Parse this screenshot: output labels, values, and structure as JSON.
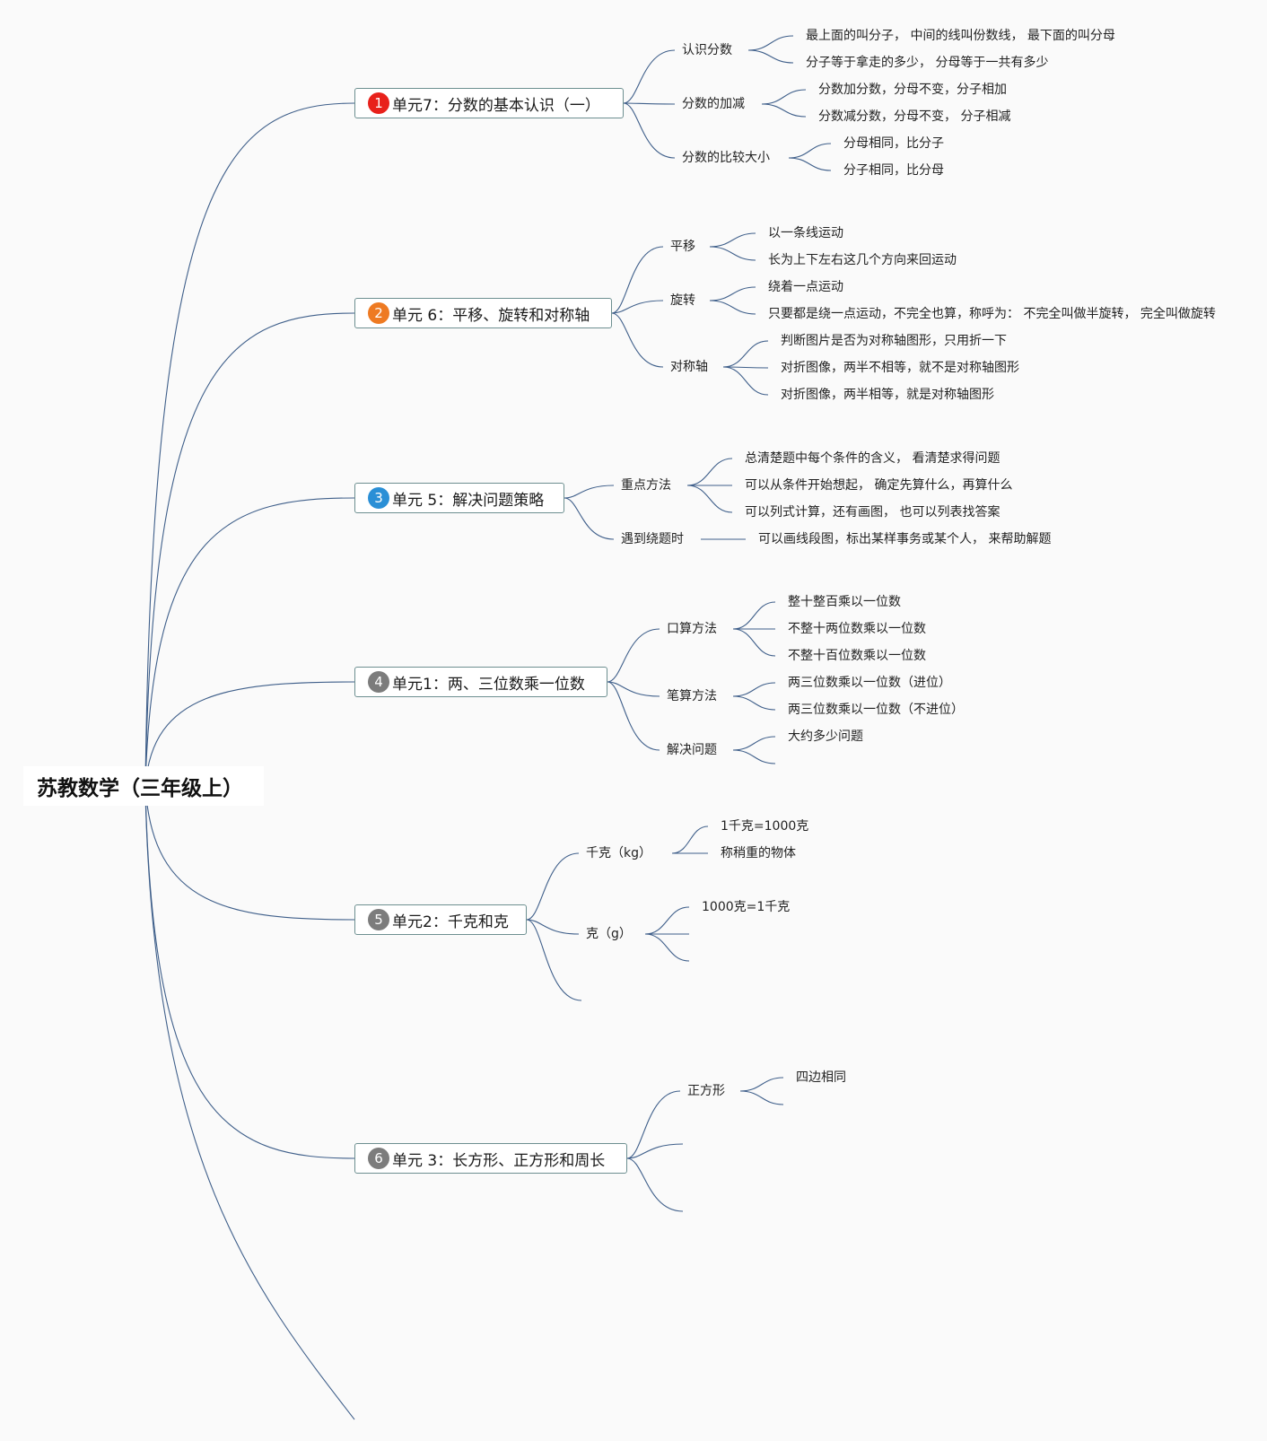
{
  "root": {
    "title": "苏教数学（三年级上）"
  },
  "units": [
    {
      "badge": "1",
      "badge_color": "#e8211b",
      "label": "单元7：分数的基本认识（一）",
      "topics": [
        {
          "label": "认识分数",
          "items": [
            "最上面的叫分子， 中间的线叫份数线， 最下面的叫分母",
            "分子等于拿走的多少， 分母等于一共有多少"
          ]
        },
        {
          "label": "分数的加减",
          "items": [
            "分数加分数，分母不变，分子相加",
            "分数减分数，分母不变， 分子相减"
          ]
        },
        {
          "label": "分数的比较大小",
          "items": [
            "分母相同，比分子",
            "分子相同，比分母"
          ]
        }
      ]
    },
    {
      "badge": "2",
      "badge_color": "#ee7a22",
      "label": "单元 6：平移、旋转和对称轴",
      "topics": [
        {
          "label": "平移",
          "items": [
            "以一条线运动",
            "长为上下左右这几个方向来回运动"
          ]
        },
        {
          "label": "旋转",
          "items": [
            "绕着一点运动",
            "只要都是绕一点运动，不完全也算，称呼为： 不完全叫做半旋转， 完全叫做旋转"
          ]
        },
        {
          "label": "对称轴",
          "items": [
            "判断图片是否为对称轴图形，只用折一下",
            "对折图像，两半不相等，就不是对称轴图形",
            "对折图像，两半相等，就是对称轴图形"
          ]
        }
      ]
    },
    {
      "badge": "3",
      "badge_color": "#2a8fd6",
      "label": "单元 5：解决问题策略",
      "topics": [
        {
          "label": "重点方法",
          "items": [
            "总清楚题中每个条件的含义， 看清楚求得问题",
            "可以从条件开始想起， 确定先算什么，再算什么",
            "可以列式计算，还有画图， 也可以列表找答案"
          ]
        },
        {
          "label": "遇到绕题时",
          "items": [
            "可以画线段图，标出某样事务或某个人， 来帮助解题"
          ]
        }
      ]
    },
    {
      "badge": "4",
      "badge_color": "#7c7c7c",
      "label": "单元1：两、三位数乘一位数",
      "topics": [
        {
          "label": "口算方法",
          "items": [
            "整十整百乘以一位数",
            "不整十两位数乘以一位数",
            "不整十百位数乘以一位数"
          ]
        },
        {
          "label": "笔算方法",
          "items": [
            "两三位数乘以一位数（进位）",
            "两三位数乘以一位数（不进位）"
          ]
        },
        {
          "label": "解决问题",
          "items": [
            "大约多少问题",
            ""
          ]
        }
      ]
    },
    {
      "badge": "5",
      "badge_color": "#7c7c7c",
      "label": "单元2：千克和克",
      "topics": [
        {
          "label": "千克（kg）",
          "items": [
            "1千克=1000克",
            "称稍重的物体"
          ]
        },
        {
          "label": "克（g）",
          "items": [
            "1000克=1千克",
            "",
            ""
          ]
        },
        {
          "label": "",
          "items": []
        }
      ]
    },
    {
      "badge": "6",
      "badge_color": "#7c7c7c",
      "label": "单元 3：长方形、正方形和周长",
      "topics": [
        {
          "label": "正方形",
          "items": [
            "四边相同",
            ""
          ]
        },
        {
          "label": "",
          "items": []
        },
        {
          "label": "",
          "items": []
        }
      ]
    }
  ],
  "colors": {
    "line": "#3f5f8a",
    "node_border": "#6d8f90",
    "background": "#fafafa"
  }
}
